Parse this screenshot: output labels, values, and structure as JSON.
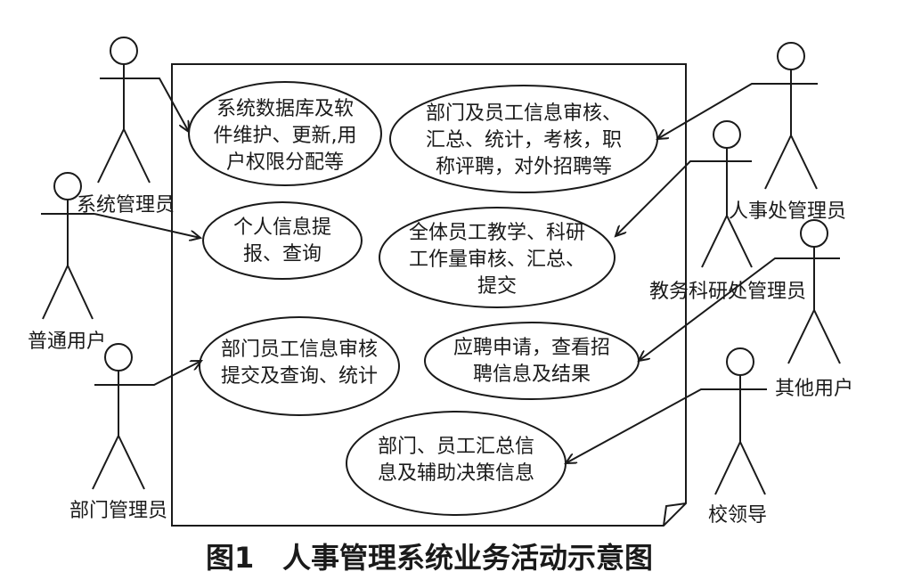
{
  "caption": {
    "number": "图1",
    "title": "人事管理系统业务活动示意图"
  },
  "actors": {
    "system_admin": "系统管理员",
    "normal_user": "普通用户",
    "dept_admin": "部门管理员",
    "hr_admin": "人事处管理员",
    "academic_admin": "教务科研处管理员",
    "other_user": "其他用户",
    "school_leader": "校领导"
  },
  "use_cases": {
    "system_maintenance": [
      "系统数据库及软",
      "件维护、更新,用",
      "户权限分配等"
    ],
    "personal_info": [
      "个人信息提",
      "报、查询"
    ],
    "dept_staff_info": [
      "部门员工信息审核",
      "提交及查询、统计"
    ],
    "hr_review": [
      "部门及员工信息审核、",
      "汇总、统计，考核，职",
      "称评聘，对外招聘等"
    ],
    "workload_review": [
      "全体员工教学、科研",
      "工作量审核、汇总、",
      "提交"
    ],
    "job_application": [
      "应聘申请，查看招",
      "聘信息及结果"
    ],
    "decision_info": [
      "部门、员工汇总信",
      "息及辅助决策信息"
    ]
  }
}
